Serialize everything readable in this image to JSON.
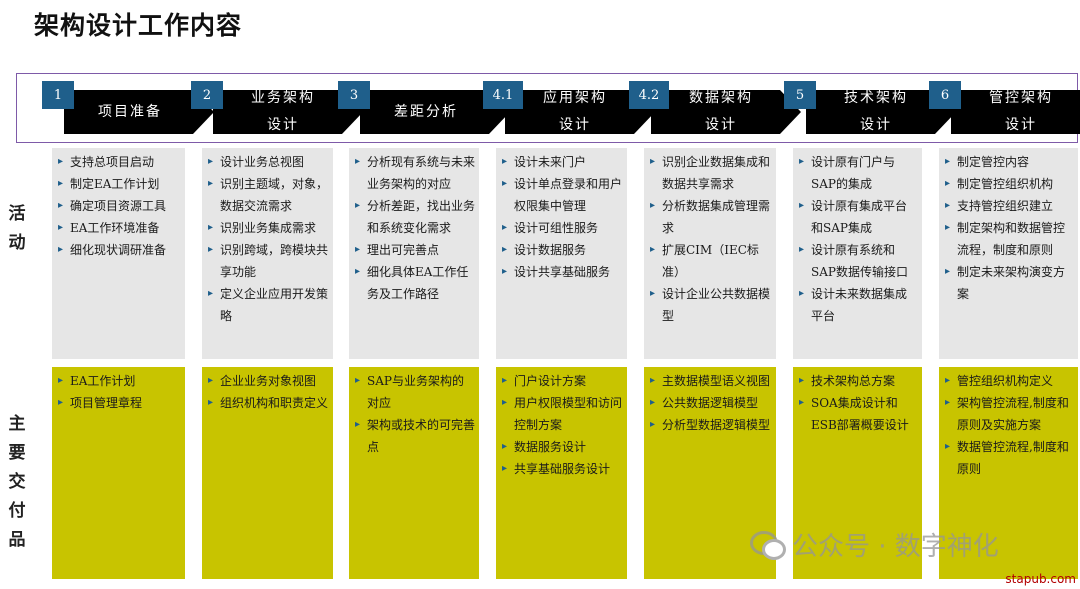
{
  "title": "架构设计工作内容",
  "row_labels": {
    "activities": "活动",
    "deliverables": "主要交付品"
  },
  "phases": [
    {
      "num": "1",
      "label": "项目准备"
    },
    {
      "num": "2",
      "label": "业务架构设计"
    },
    {
      "num": "3",
      "label": "差距分析"
    },
    {
      "num": "4.1",
      "label": "应用架构设计"
    },
    {
      "num": "4.2",
      "label": "数据架构设计"
    },
    {
      "num": "5",
      "label": "技术架构设计"
    },
    {
      "num": "6",
      "label": "管控架构设计"
    }
  ],
  "activities": [
    [
      "支持总项目启动",
      "制定EA工作计划",
      "确定项目资源工具",
      "EA工作环境准备",
      "细化现状调研准备"
    ],
    [
      "设计业务总视图",
      "识别主题域，对象，数据交流需求",
      "识别业务集成需求",
      "识别跨域，跨模块共享功能",
      "定义企业应用开发策略"
    ],
    [
      "分析现有系统与未来业务架构的对应",
      "分析差距，找出业务和系统变化需求",
      "理出可完善点",
      "细化具体EA工作任务及工作路径"
    ],
    [
      "设计未来门户",
      "设计单点登录和用户权限集中管理",
      "设计可组性服务",
      "设计数据服务",
      "设计共享基础服务"
    ],
    [
      "识别企业数据集成和数据共享需求",
      "分析数据集成管理需求",
      "扩展CIM（IEC标准）",
      "设计企业公共数据模型"
    ],
    [
      "设计原有门户与SAP的集成",
      "设计原有集成平台和SAP集成",
      "设计原有系统和SAP数据传输接口",
      "设计未来数据集成平台"
    ],
    [
      "制定管控内容",
      "制定管控组织机构",
      "支持管控组织建立",
      "制定架构和数据管控流程，制度和原则",
      "制定未来架构演变方案"
    ]
  ],
  "deliverables": [
    [
      "EA工作计划",
      "项目管理章程"
    ],
    [
      "企业业务对象视图",
      "组织机构和职责定义"
    ],
    [
      "SAP与业务架构的对应",
      "架构或技术的可完善点"
    ],
    [
      "门户设计方案",
      "用户权限模型和访问控制方案",
      "数据服务设计",
      "共享基础服务设计"
    ],
    [
      "主数据模型语义视图",
      "公共数据逻辑模型",
      "分析型数据逻辑模型"
    ],
    [
      "技术架构总方案",
      "SOA集成设计和ESB部署概要设计"
    ],
    [
      "管控组织机构定义",
      "架构管控流程,制度和原则及实施方案",
      "数据管控流程,制度和原则"
    ]
  ],
  "watermark": "公众号 · 数字神化",
  "site": "stapub.com",
  "colors": {
    "number_box": "#1f5f8b",
    "arrow": "#000000",
    "activity_bg": "#e6e6e6",
    "deliverable_bg": "#c8c400",
    "frame": "#7e5aa8"
  }
}
